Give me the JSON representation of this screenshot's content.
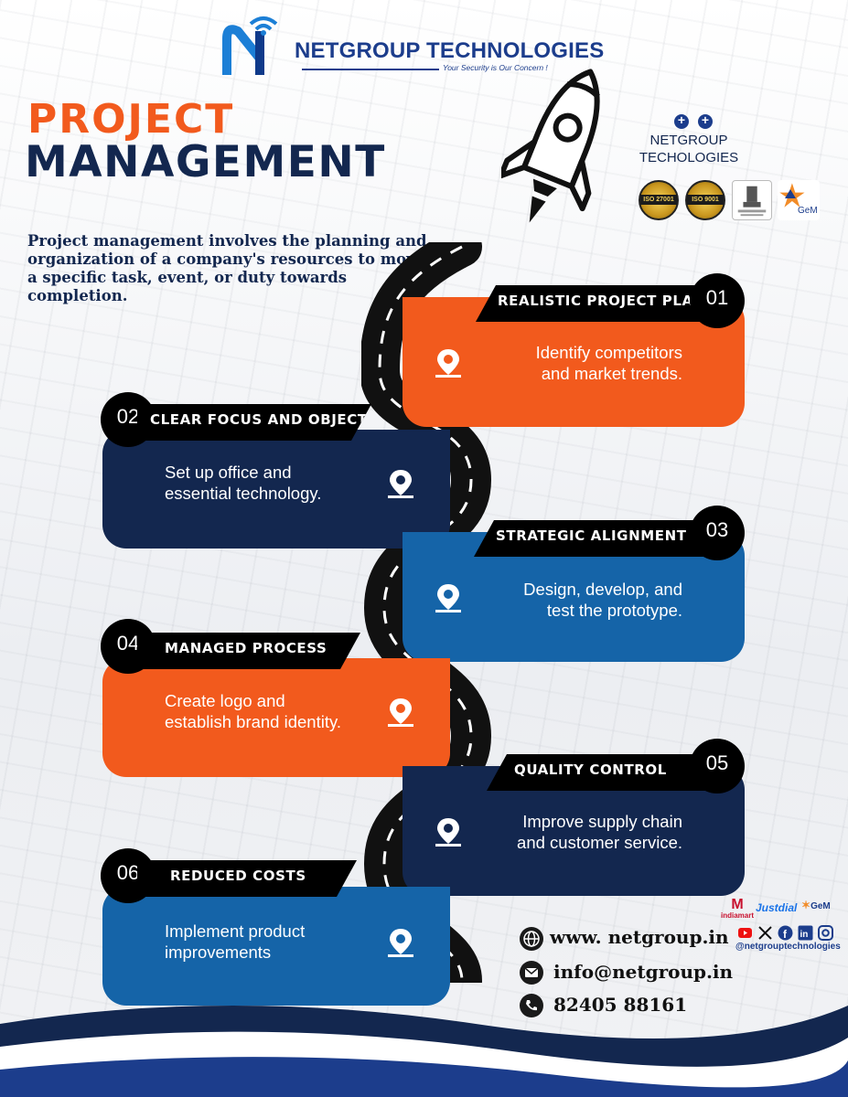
{
  "brand": {
    "name": "NETGROUP TECHNOLOGIES",
    "tagline": "Your Security is Our Concern !"
  },
  "title": {
    "line1": "PROJECT",
    "line2": "MANAGEMENT"
  },
  "side_badge": {
    "name_line1": "NETGROUP",
    "name_line2": "TECHOLOGIES",
    "cert1": "ISO 27001",
    "cert2": "ISO 9001",
    "gem": "GeM"
  },
  "intro": "Project management involves the planning and organization of a company's resources to move a specific task, event, or duty towards completion.",
  "steps": [
    {
      "number": "01",
      "title": "REALISTIC PROJECT PLANNING",
      "line1": "Identify competitors",
      "line2": "and market trends."
    },
    {
      "number": "02",
      "title": "CLEAR FOCUS AND OBJECTIVES",
      "line1": "Set up office and",
      "line2": "essential technology."
    },
    {
      "number": "03",
      "title": "STRATEGIC ALIGNMENT",
      "line1": "Design, develop, and",
      "line2": "test the prototype."
    },
    {
      "number": "04",
      "title": "MANAGED PROCESS",
      "line1": "Create logo and",
      "line2": "establish brand identity."
    },
    {
      "number": "05",
      "title": "QUALITY CONTROL",
      "line1": "Improve supply chain",
      "line2": "and customer service."
    },
    {
      "number": "06",
      "title": "REDUCED COSTS",
      "line1": "Implement product",
      "line2": "improvements"
    }
  ],
  "directories": {
    "indiamart": "indiamart",
    "justdial": "Justdial",
    "gem": "GeM"
  },
  "contact": {
    "website": "www. netgroup.in",
    "email": "info@netgroup.in",
    "phone": "82405 88161",
    "social_handle": "@netgrouptechnologies"
  },
  "colors": {
    "orange": "#f25a1d",
    "navy": "#13274f",
    "blue": "#1564a8"
  }
}
